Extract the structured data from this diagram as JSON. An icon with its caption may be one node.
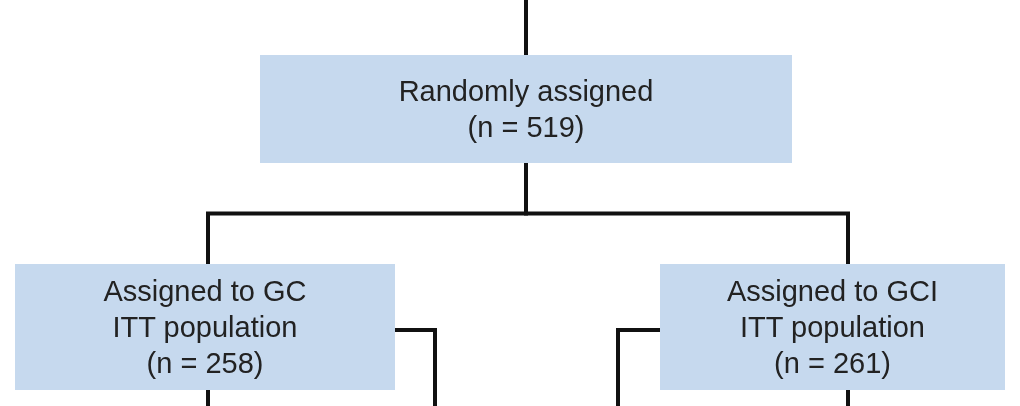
{
  "diagram": {
    "nodes": [
      {
        "text": [
          "Randomly assigned",
          "(n = 519)"
        ]
      },
      {
        "text": [
          "Assigned to GC",
          "ITT population",
          "(n = 258)"
        ]
      },
      {
        "text": [
          "Assigned to GCI",
          "ITT population",
          "(n = 261)"
        ]
      }
    ],
    "edges": [
      {
        "from": null,
        "to": 0,
        "arrow": "none"
      },
      {
        "from": 0,
        "to": 1,
        "arrow": "none"
      },
      {
        "from": 0,
        "to": 2,
        "arrow": "none"
      },
      {
        "from": 1,
        "to": null,
        "arrow": "none"
      },
      {
        "from": 1,
        "to": null,
        "arrow": "none"
      },
      {
        "from": 2,
        "to": null,
        "arrow": "none"
      },
      {
        "from": 2,
        "to": null,
        "arrow": "none"
      }
    ]
  }
}
